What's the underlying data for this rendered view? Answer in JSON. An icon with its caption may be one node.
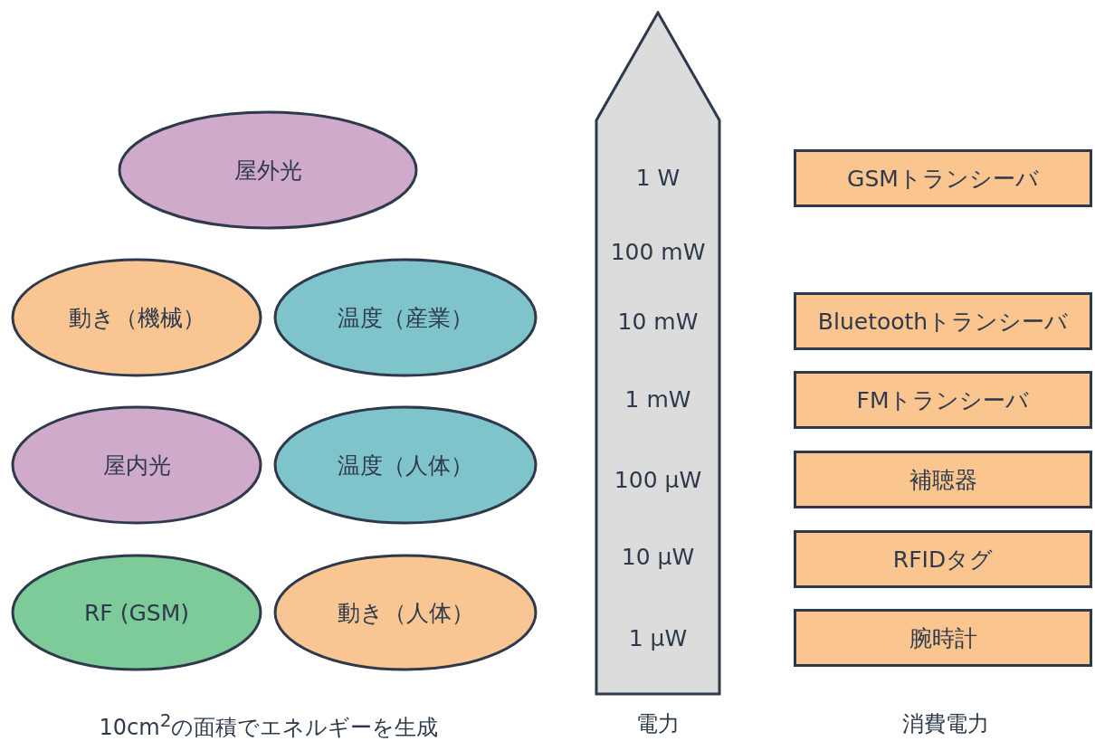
{
  "diagram": {
    "nodes": [
      {
        "text": [
          "屋外光"
        ]
      },
      {
        "text": [
          "動き（機械）"
        ]
      },
      {
        "text": [
          "温度（産業）"
        ]
      },
      {
        "text": [
          "屋内光"
        ]
      },
      {
        "text": [
          "温度（人体）"
        ]
      },
      {
        "text": [
          "RF (GSM)"
        ]
      },
      {
        "text": [
          "動き（人体）"
        ]
      },
      {
        "text": [
          "1 W",
          "100 mW",
          "10 mW",
          "1 mW",
          "100 μW",
          "10 μW",
          "1 μW"
        ],
        "beside": [
          "電力"
        ]
      },
      {
        "text": [
          "GSMトランシーバ"
        ]
      },
      {
        "text": [
          "Bluetoothトランシーバ"
        ]
      },
      {
        "text": [
          "FMトランシーバ"
        ]
      },
      {
        "text": [
          "補聴器"
        ]
      },
      {
        "text": [
          "RFIDタグ"
        ]
      },
      {
        "text": [
          "腕時計"
        ]
      }
    ],
    "labels": [
      "10cm$^{2}$の面積でエネルギーを生成",
      "消費電力"
    ]
  }
}
